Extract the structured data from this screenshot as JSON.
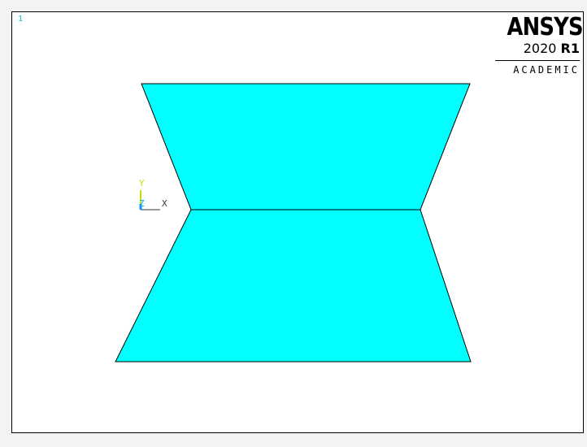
{
  "graphics_window": {
    "window_number": "1"
  },
  "branding": {
    "name": "ANSYS",
    "release_year": "2020",
    "release_tag": "R1",
    "edition": "ACADEMIC"
  },
  "triad": {
    "x_label": "X",
    "y_label": "Y",
    "z_label": "Z",
    "x_color": "#333333",
    "y_color": "#c8e000",
    "z_color": "#00a0ff"
  },
  "model": {
    "area_count": 2,
    "fill_color": "#00ffff",
    "edge_color": "#000000"
  }
}
